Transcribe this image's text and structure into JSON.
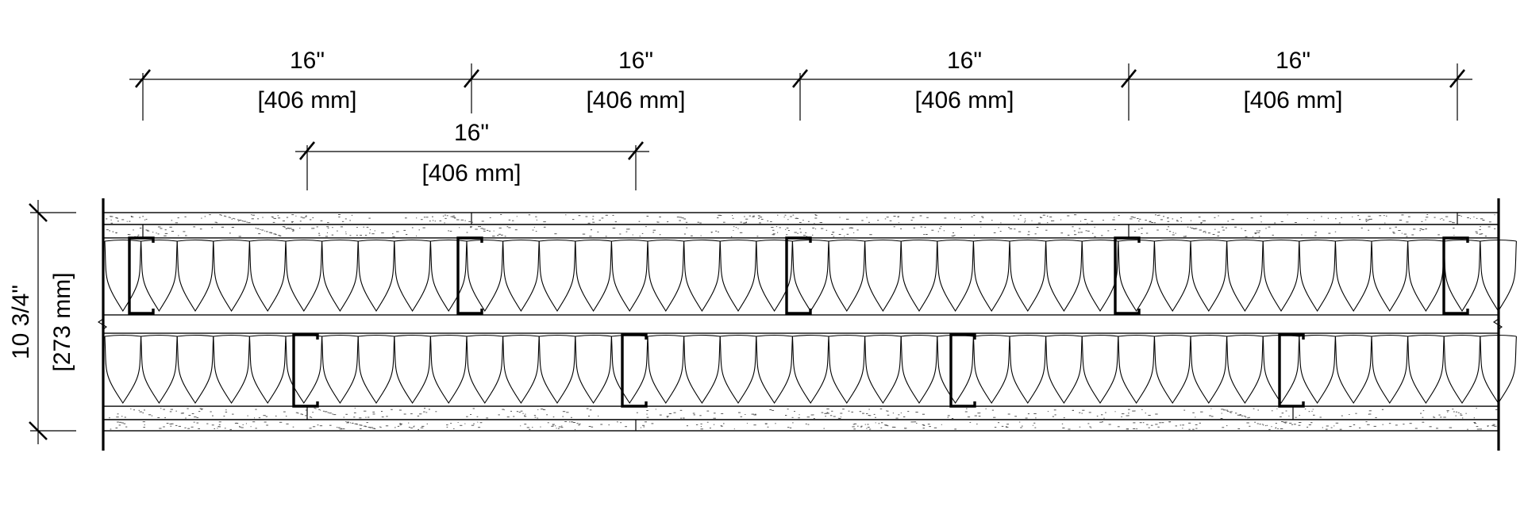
{
  "drawing": {
    "top_dimensions": [
      {
        "imperial": "16\"",
        "metric": "[406 mm]"
      },
      {
        "imperial": "16\"",
        "metric": "[406 mm]"
      },
      {
        "imperial": "16\"",
        "metric": "[406 mm]"
      },
      {
        "imperial": "16\"",
        "metric": "[406 mm]"
      }
    ],
    "offset_dimension": {
      "imperial": "16\"",
      "metric": "[406 mm]"
    },
    "thickness_dimension": {
      "imperial": "10 3/4\"",
      "metric": "[273 mm]"
    }
  }
}
